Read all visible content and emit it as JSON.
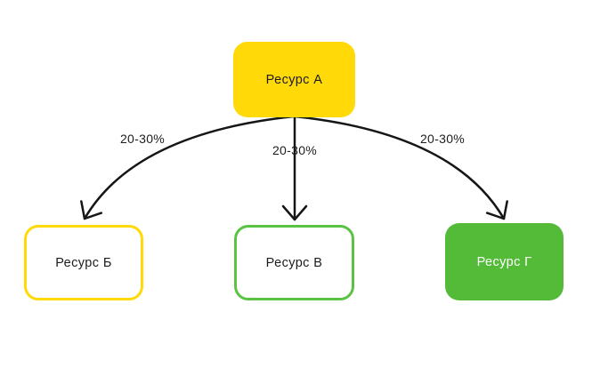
{
  "diagram": {
    "title": "",
    "background_color": "#ffffff",
    "arrow_color": "#161616",
    "colors": {
      "yellow": "#FFD908",
      "green_fill": "#54BB39",
      "green_border": "#5BC344",
      "text_dark": "#1c1c1c",
      "text_light": "#ffffff"
    },
    "nodes": [
      {
        "id": "A",
        "label": "Ресурс А",
        "style": "yellow-filled"
      },
      {
        "id": "B",
        "label": "Ресурс Б",
        "style": "yellow-outline"
      },
      {
        "id": "V",
        "label": "Ресурс В",
        "style": "green-outline"
      },
      {
        "id": "G",
        "label": "Ресурс Г",
        "style": "green-filled"
      }
    ],
    "edges": [
      {
        "from": "A",
        "to": "B",
        "label": "20-30%"
      },
      {
        "from": "A",
        "to": "V",
        "label": "20-30%"
      },
      {
        "from": "A",
        "to": "G",
        "label": "20-30%"
      }
    ]
  }
}
